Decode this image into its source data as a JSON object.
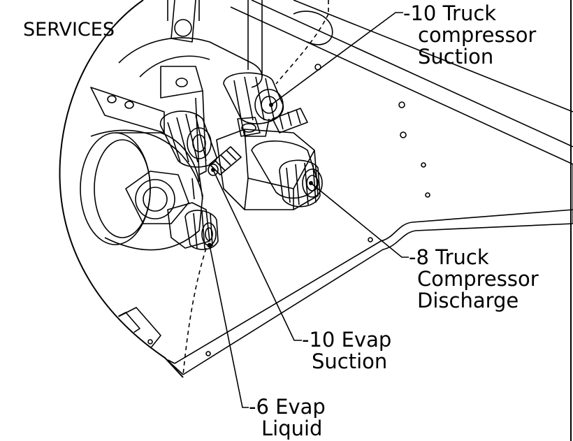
{
  "title": "SERVICES",
  "callouts": {
    "truck_compressor_suction": [
      "-10 Truck",
      "compressor",
      "Suction"
    ],
    "truck_compressor_discharge": [
      "-8 Truck",
      "Compressor",
      "Discharge"
    ],
    "evap_suction": [
      "-10 Evap",
      "Suction"
    ],
    "evap_liquid": [
      "-6 Evap",
      "Liquid"
    ]
  },
  "colors": {
    "line": "#000000",
    "background": "#ffffff"
  }
}
